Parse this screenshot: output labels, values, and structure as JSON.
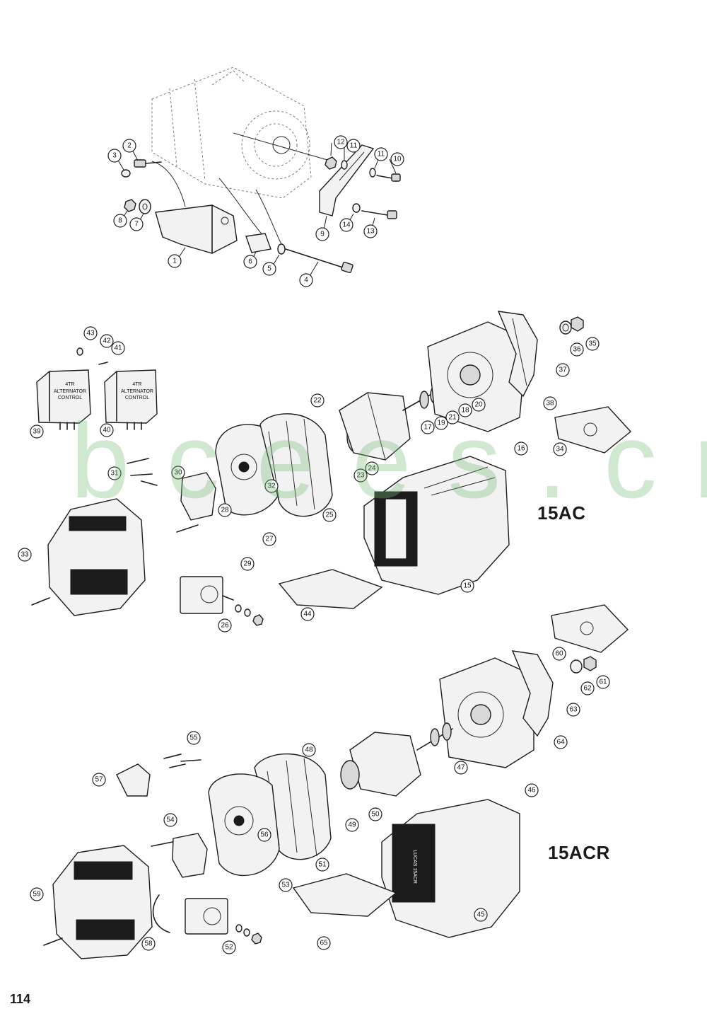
{
  "page": {
    "number": "114",
    "watermark": "bcees.cn",
    "accent_color": "#78be78"
  },
  "models": [
    {
      "label": "15AC"
    },
    {
      "label": "15ACR"
    }
  ],
  "control_unit": {
    "line1": "4TR",
    "line2": "ALTERNATOR",
    "line3": "CONTROL"
  },
  "brand_marking": "LUCAS 15ACR",
  "callouts": {
    "mounting": [
      "1",
      "2",
      "3",
      "4",
      "5",
      "6",
      "7",
      "8",
      "9",
      "10",
      "11",
      "11",
      "12",
      "13",
      "14"
    ],
    "ac15": [
      "15",
      "16",
      "17",
      "18",
      "19",
      "20",
      "21",
      "22",
      "23",
      "24",
      "25",
      "26",
      "27",
      "28",
      "29",
      "30",
      "31",
      "32",
      "33",
      "34",
      "35",
      "36",
      "37",
      "38",
      "39",
      "40",
      "41",
      "42",
      "43",
      "44"
    ],
    "acr15": [
      "45",
      "46",
      "47",
      "48",
      "49",
      "50",
      "51",
      "52",
      "53",
      "54",
      "55",
      "56",
      "57",
      "58",
      "59",
      "60",
      "61",
      "62",
      "63",
      "64",
      "65"
    ]
  }
}
